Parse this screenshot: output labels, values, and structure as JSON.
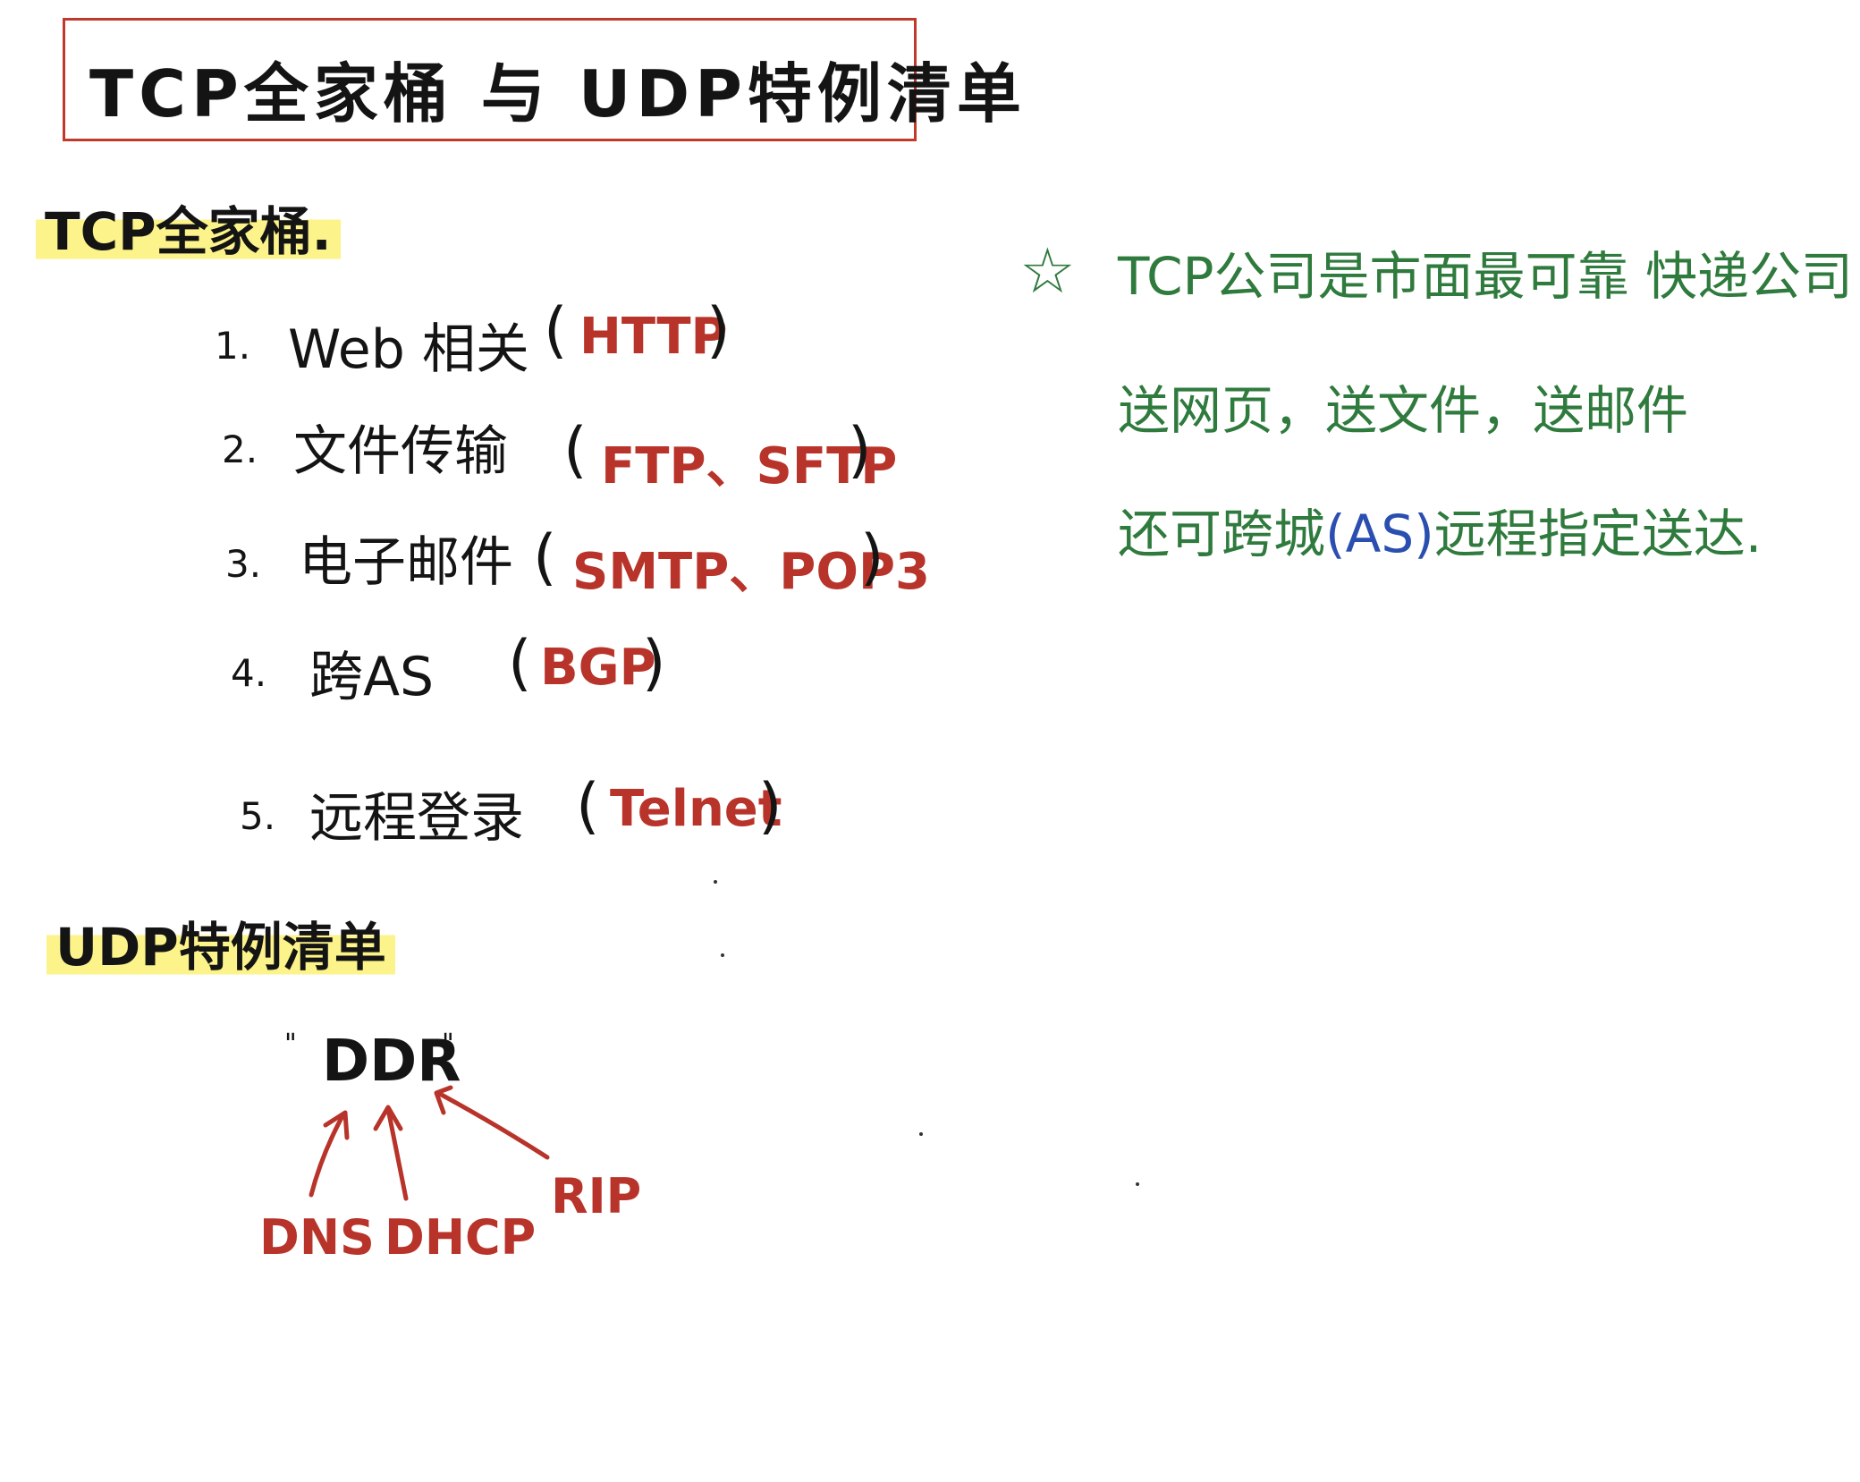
{
  "title": "TCP全家桶 与 UDP特例清单",
  "tcp_section": {
    "heading": "TCP全家桶.",
    "items": [
      {
        "num": "1.",
        "label": "Web 相关",
        "protocols": "HTTP"
      },
      {
        "num": "2.",
        "label": "文件传输",
        "protocols": "FTP、SFTP"
      },
      {
        "num": "3.",
        "label": "电子邮件",
        "protocols": "SMTP、POP3"
      },
      {
        "num": "4.",
        "label": "跨AS",
        "protocols": "BGP"
      },
      {
        "num": "5.",
        "label": "远程登录",
        "protocols": "Telnet"
      }
    ]
  },
  "note": {
    "star": "☆",
    "line1": "TCP公司是市面最可靠 快递公司",
    "line2": "送网页，送文件，送邮件",
    "line3_before": "还可跨城",
    "line3_as": "(AS)",
    "line3_after": "远程指定送达."
  },
  "udp_section": {
    "heading": "UDP特例清单",
    "center": "DDR",
    "quote_open": "\"",
    "quote_close": "\"",
    "protocols": [
      "DNS",
      "DHCP",
      "RIP"
    ]
  },
  "colors": {
    "ink": "#141414",
    "red": "#b8342a",
    "green": "#2f7a3d",
    "blue": "#2a4fb0",
    "highlight": "#fcf38a",
    "frame": "#c0392b"
  }
}
